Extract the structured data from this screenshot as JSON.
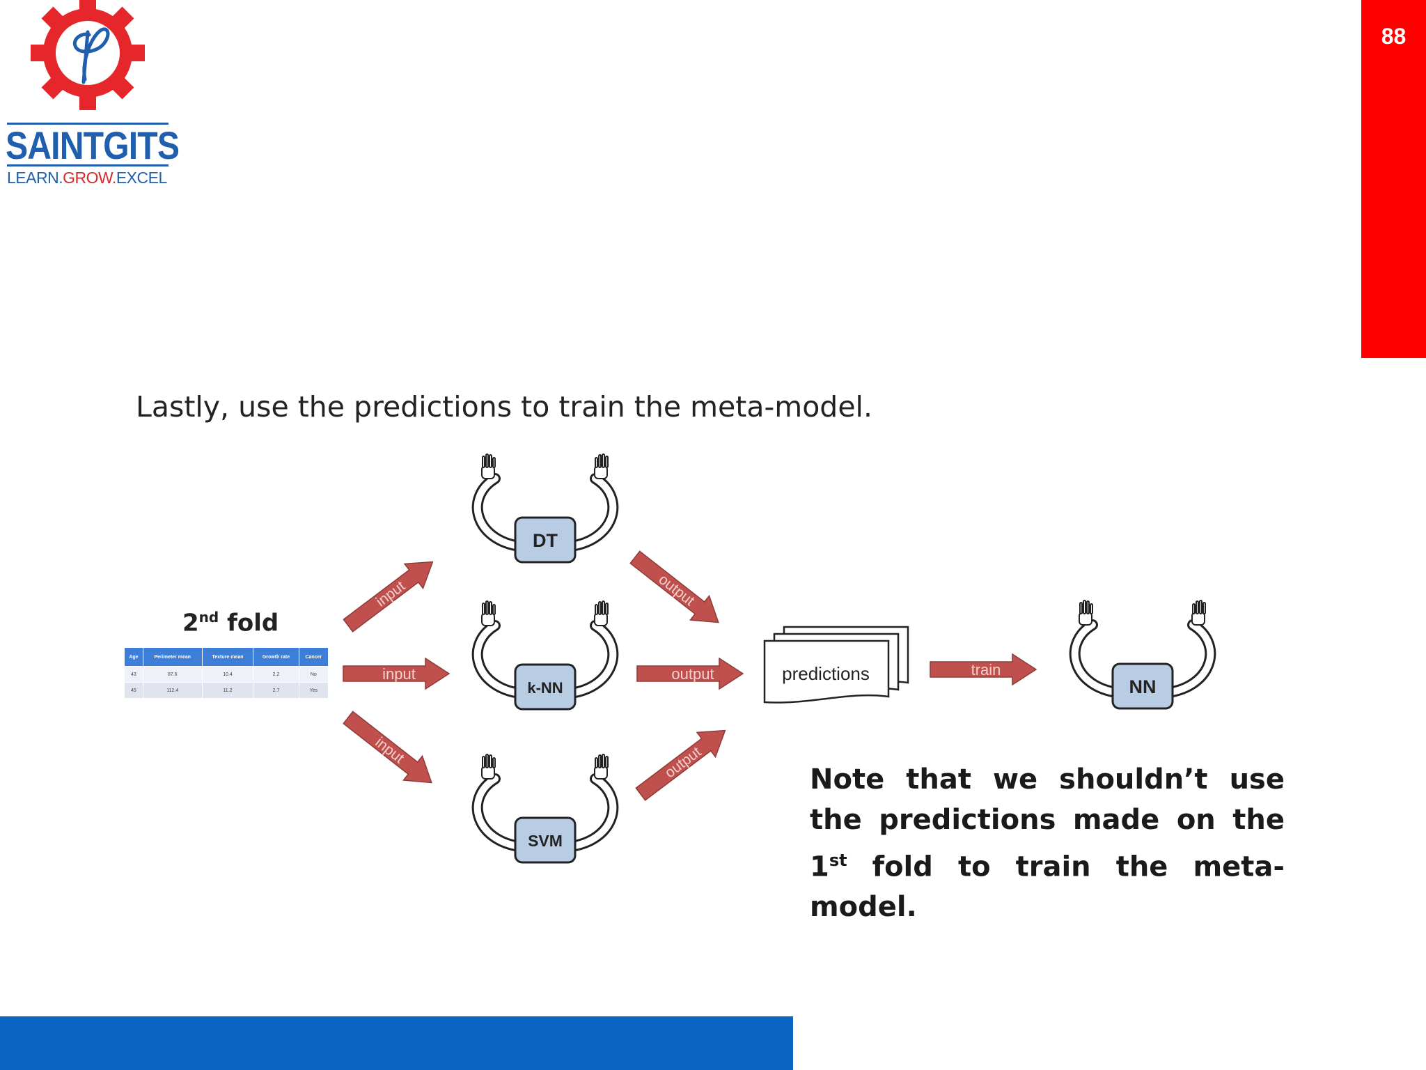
{
  "logo": {
    "name": "SAINTGITS",
    "tagline_left": "LEARN.",
    "tagline_mid": "GROW.",
    "tagline_right": "EXCEL"
  },
  "slide_number": "88",
  "headline": "Lastly, use the predictions to train the meta-model.",
  "fold": {
    "number": "2",
    "suffix": "nd",
    "word": "fold"
  },
  "table": {
    "headers": [
      "Age",
      "Perimeter mean",
      "Texture mean",
      "Growth rate",
      "Cancer"
    ],
    "rows": [
      [
        "43",
        "87.6",
        "10.4",
        "2.2",
        "No"
      ],
      [
        "45",
        "112.4",
        "11.2",
        "2.7",
        "Yes"
      ]
    ]
  },
  "models": {
    "top": "DT",
    "middle": "k-NN",
    "bottom": "SVM",
    "meta": "NN"
  },
  "arrows": {
    "input_top": "input",
    "input_middle": "input",
    "input_bottom": "input",
    "output_top": "output",
    "output_middle": "output",
    "output_bottom": "output",
    "train": "train"
  },
  "predictions_label": "predictions",
  "note": {
    "part1": "Note that we shouldn’t use the predictions made on the 1",
    "sup": "st",
    "part2": " fold to train the meta-model."
  },
  "colors": {
    "arrow": "#c0504d",
    "model_box": "#b8cce4",
    "red_bar": "#ff0000",
    "blue_bar": "#0a66c2",
    "brand_blue": "#1f5fae",
    "brand_red": "#e5262a"
  }
}
